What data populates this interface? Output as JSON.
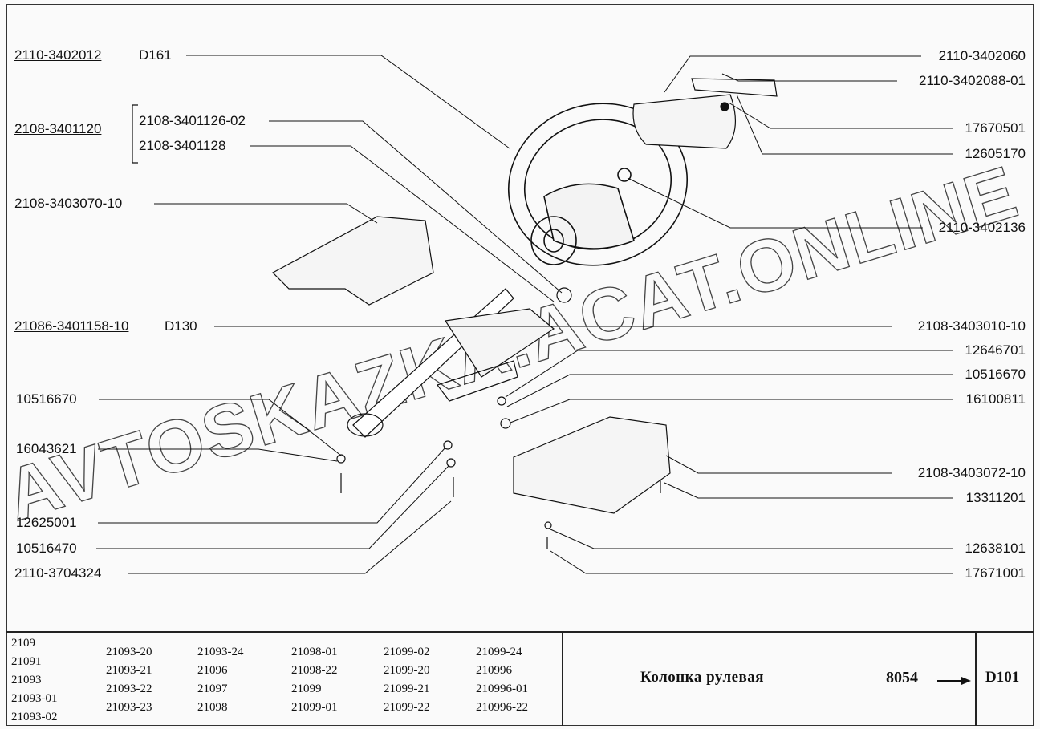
{
  "watermark": "AVTOSKAZKA.ACAT.ONLINE",
  "left_labels": [
    {
      "code": "2110-3402012",
      "ref": "D161"
    },
    {
      "code": "2108-3401120"
    },
    {
      "code": "2108-3401126-02"
    },
    {
      "code": "2108-3401128"
    },
    {
      "code": "2108-3403070-10"
    },
    {
      "code": "21086-3401158-10",
      "ref": "D130"
    },
    {
      "code": "10516670"
    },
    {
      "code": "16043621"
    },
    {
      "code": "12625001"
    },
    {
      "code": "10516470"
    },
    {
      "code": "2110-3704324"
    }
  ],
  "right_labels": [
    {
      "code": "2110-3402060"
    },
    {
      "code": "2110-3402088-01"
    },
    {
      "code": "17670501"
    },
    {
      "code": "12605170"
    },
    {
      "code": "2110-3402136"
    },
    {
      "code": "2108-3403010-10"
    },
    {
      "code": "12646701"
    },
    {
      "code": "10516670"
    },
    {
      "code": "16100811"
    },
    {
      "code": "2108-3403072-10"
    },
    {
      "code": "13311201"
    },
    {
      "code": "12638101"
    },
    {
      "code": "17671001"
    }
  ],
  "models": [
    [
      "2109",
      "21091",
      "21093",
      "21093-01",
      "21093-02"
    ],
    [
      "21093-20",
      "21093-21",
      "21093-22",
      "21093-23"
    ],
    [
      "21093-24",
      "21096",
      "21097",
      "21098"
    ],
    [
      "21098-01",
      "21098-22",
      "21099",
      "21099-01"
    ],
    [
      "21099-02",
      "21099-20",
      "21099-21",
      "21099-22"
    ],
    [
      "21099-24",
      "210996",
      "210996-01",
      "210996-22"
    ]
  ],
  "footer": {
    "title": "Колонка рулевая",
    "page": "8054",
    "ref": "D101"
  }
}
